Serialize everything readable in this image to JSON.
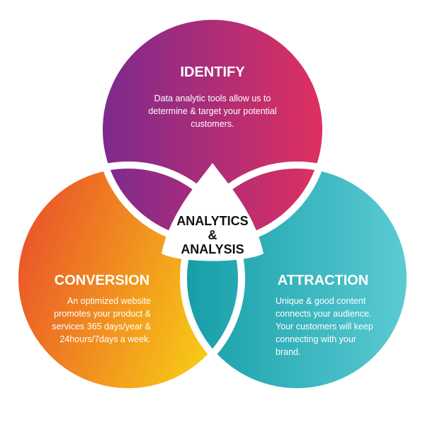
{
  "center": {
    "line1": "ANALYTICS",
    "line2": "&",
    "line3": "ANALYSIS"
  },
  "identify": {
    "title": "IDENTIFY",
    "lines": [
      "Data analytic tools allow us to",
      "determine & target your potential",
      "customers."
    ],
    "colors": [
      "#7b2a8f",
      "#e0305f"
    ]
  },
  "conversion": {
    "title": "CONVERSION",
    "lines": [
      "An optimized website",
      "promotes your product &",
      "services 365 days/year &",
      "24hours/7days a week."
    ],
    "colors": [
      "#e8452c",
      "#f7c816"
    ]
  },
  "attraction": {
    "title": "ATTRACTION",
    "lines": [
      "Unique & good content",
      "connects your audience.",
      "Your customers will keep",
      "connecting with your",
      "brand."
    ],
    "colors": [
      "#159ea7",
      "#5ccbd4"
    ]
  }
}
